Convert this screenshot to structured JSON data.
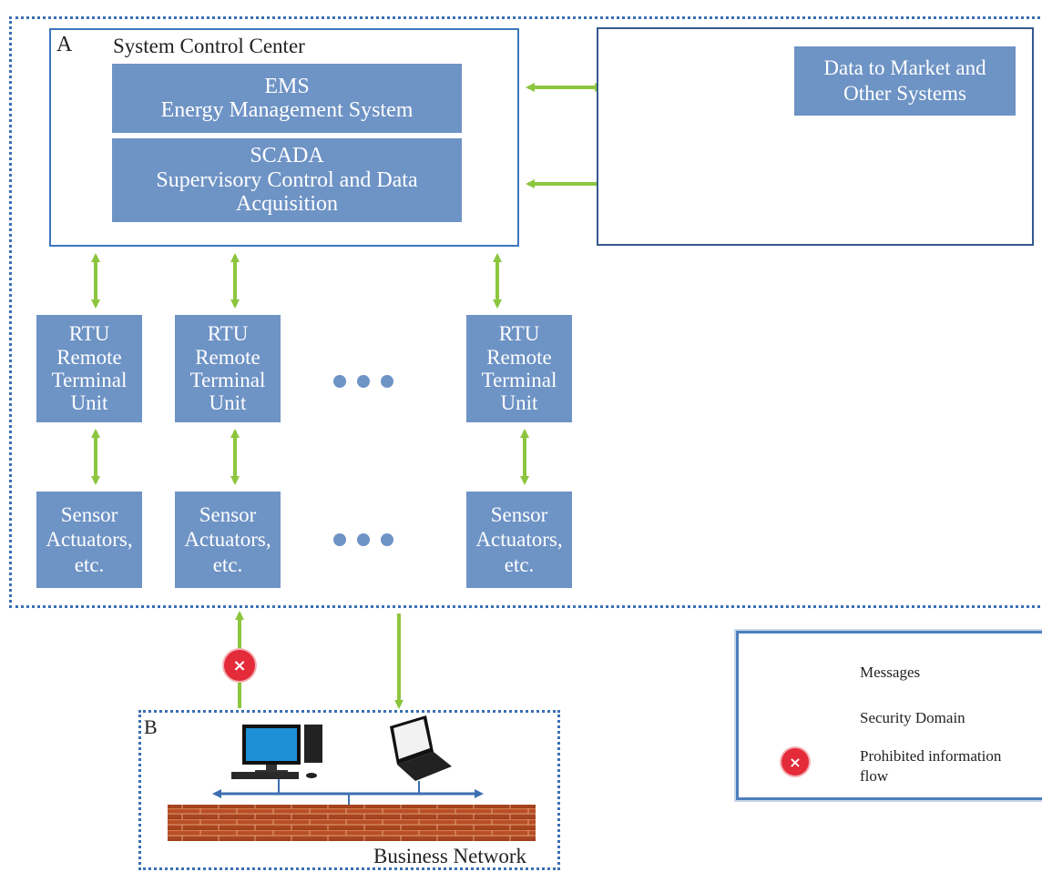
{
  "domain_a": {
    "letter": "A",
    "title": "System Control Center",
    "ems": {
      "line1": "EMS",
      "line2": "Energy Management System"
    },
    "scada": {
      "line1": "SCADA",
      "line2": "Supervisory Control and Data",
      "line3": "Acquisition"
    },
    "market": {
      "line1": "Data to Market and",
      "line2": "Other Systems"
    },
    "rtus": [
      {
        "line1": "RTU",
        "line2": "Remote",
        "line3": "Terminal",
        "line4": "Unit"
      },
      {
        "line1": "RTU",
        "line2": "Remote",
        "line3": "Terminal",
        "line4": "Unit"
      },
      {
        "line1": "RTU",
        "line2": "Remote",
        "line3": "Terminal",
        "line4": "Unit"
      }
    ],
    "sensors": [
      {
        "line1": "Sensor",
        "line2": "Actuators,",
        "line3": "etc."
      },
      {
        "line1": "Sensor",
        "line2": "Actuators,",
        "line3": "etc."
      },
      {
        "line1": "Sensor",
        "line2": "Actuators,",
        "line3": "etc."
      }
    ]
  },
  "domain_b": {
    "letter": "B",
    "label": "Business Network"
  },
  "legend": {
    "messages": "Messages",
    "security_domain": "Security Domain",
    "prohibited_line1": "Prohibited information",
    "prohibited_line2": "flow",
    "prohibited_symbol": "×"
  },
  "icons": [
    "lock-chip-icon",
    "network-hub-icon",
    "desktop-computer-icon",
    "laptop-icon",
    "firewall-icon"
  ],
  "colors": {
    "box_fill": "#6e93c5",
    "arrow": "#8cc63f",
    "domain_border": "#3a6fb5",
    "prohibited": "#e42b3a"
  }
}
